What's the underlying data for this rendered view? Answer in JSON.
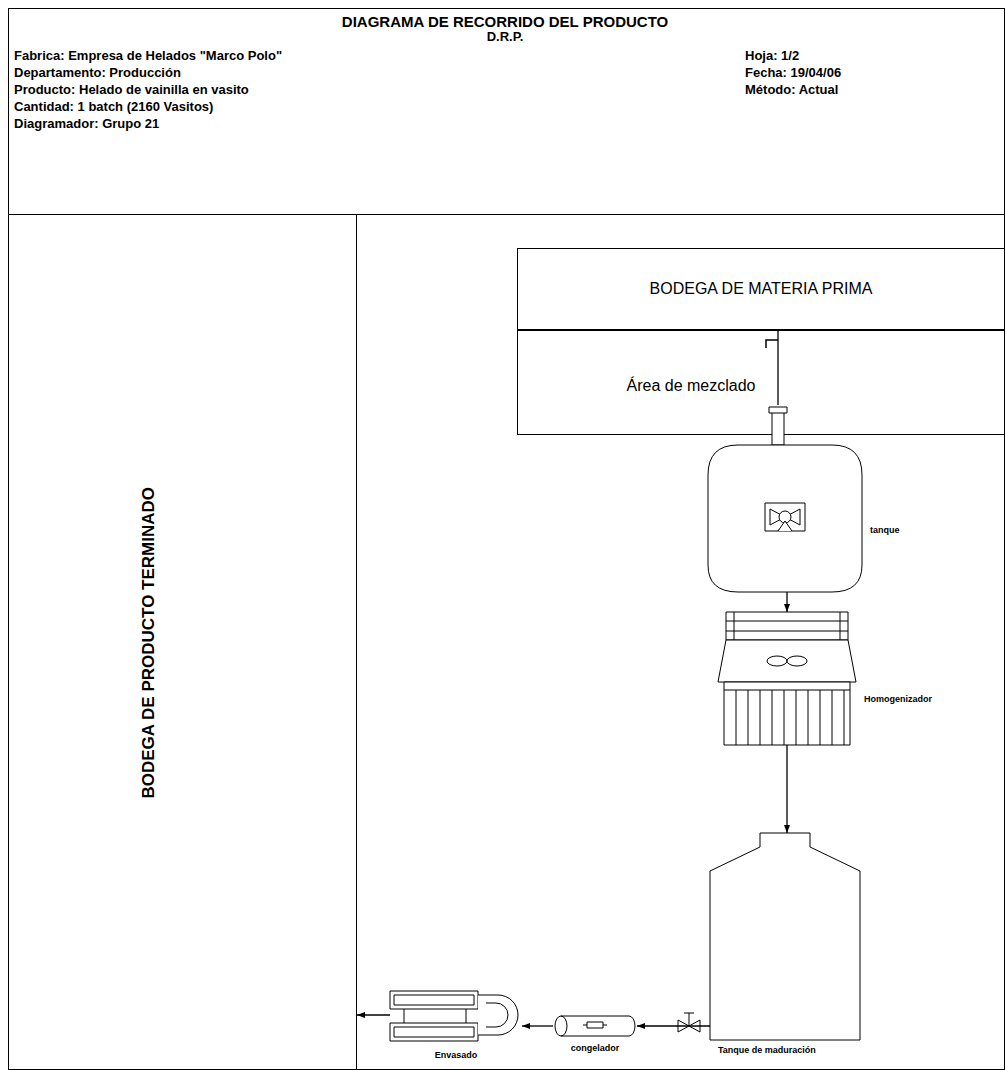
{
  "diagram": {
    "title": "DIAGRAMA DE RECORRIDO DEL PRODUCTO",
    "nodes": [
      {
        "text": [
          "BODEGA DE PRODUCTO TERMINADO"
        ]
      },
      {
        "text": [
          "BODEGA DE MATERIA PRIMA"
        ]
      },
      {
        "text": [
          "Área de mezclado"
        ]
      },
      {
        "text": [
          "tanque"
        ]
      },
      {
        "text": [
          "Homogenizador"
        ]
      },
      {
        "text": [
          "Tanque de maduración"
        ]
      },
      {
        "text": [
          "congelador"
        ]
      },
      {
        "text": [
          "Envasado"
        ]
      }
    ],
    "edges": [
      {
        "from": 1,
        "to": 3,
        "arrow": "none"
      },
      {
        "from": 3,
        "to": 4,
        "arrow": "to"
      },
      {
        "from": 4,
        "to": 5,
        "arrow": "to"
      },
      {
        "from": 5,
        "to": 6,
        "arrow": "to"
      },
      {
        "from": 6,
        "to": 7,
        "arrow": "to"
      },
      {
        "from": 7,
        "to": 0,
        "arrow": "to"
      }
    ],
    "labels": [
      "D.R.P.",
      "Fabrica: Empresa de Helados \"Marco Polo\"",
      "Departamento: Producción",
      "Producto: Helado de vainilla en vasito",
      "Cantidad: 1 batch (2160 Vasitos)",
      "Diagramador: Grupo 21",
      "Hoja: 1/2",
      "Fecha: 19/04/06",
      "Método: Actual"
    ]
  }
}
